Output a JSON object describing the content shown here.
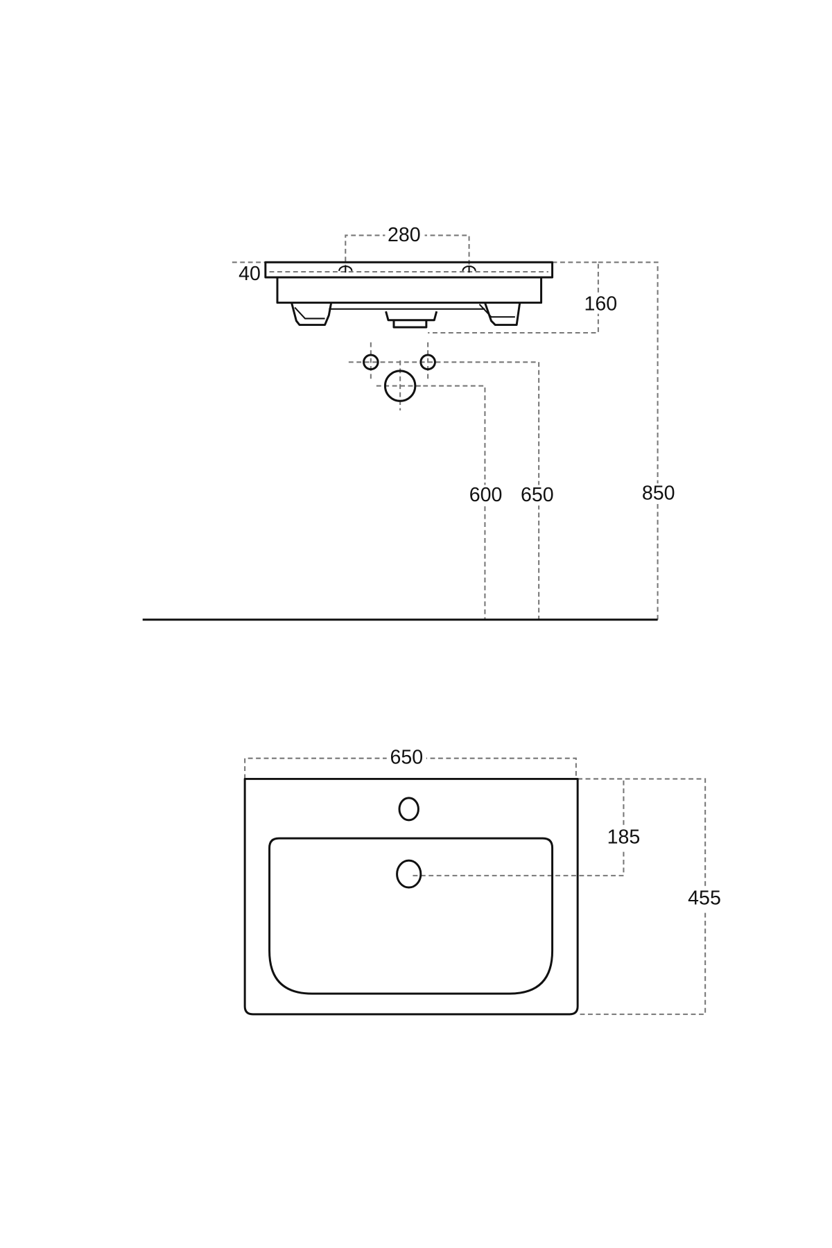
{
  "elevation_view": {
    "dimensions": {
      "tap_hole_spacing": "280",
      "rim_thickness": "40",
      "basin_depth": "160",
      "supply_height": "650",
      "waste_height": "600",
      "rim_height": "850"
    }
  },
  "plan_view": {
    "dimensions": {
      "width": "650",
      "tap_to_drain": "185",
      "depth": "455"
    }
  }
}
